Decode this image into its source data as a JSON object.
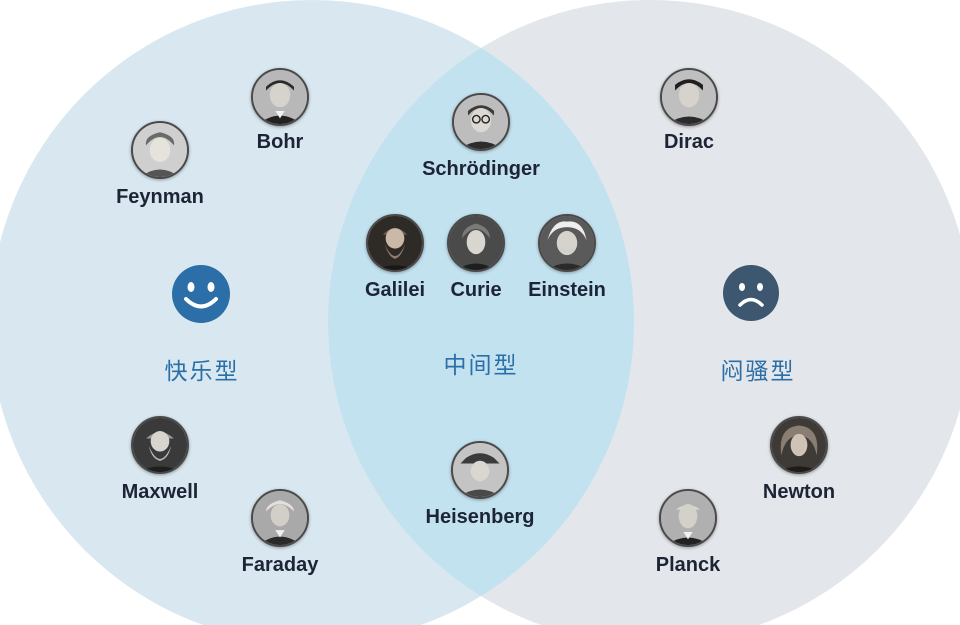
{
  "groups": {
    "happy": {
      "label": "快乐型",
      "icon": "smiley-face-icon",
      "color": "#2b6ea8"
    },
    "middle": {
      "label": "中间型"
    },
    "gloomy": {
      "label": "闷骚型",
      "icon": "frowning-face-icon",
      "color": "#3d5770"
    }
  },
  "people": {
    "bohr": "Bohr",
    "feynman": "Feynman",
    "maxwell": "Maxwell",
    "faraday": "Faraday",
    "schrodinger": "Schrödinger",
    "galilei": "Galilei",
    "curie": "Curie",
    "einstein": "Einstein",
    "heisenberg": "Heisenberg",
    "dirac": "Dirac",
    "newton": "Newton",
    "planck": "Planck"
  },
  "colors": {
    "left_circle": "#d9e7f0",
    "right_circle": "#e3e6ea",
    "overlap": "#c3e2f0",
    "name_text": "#1c2436",
    "label_text": "#2a6fa8"
  }
}
